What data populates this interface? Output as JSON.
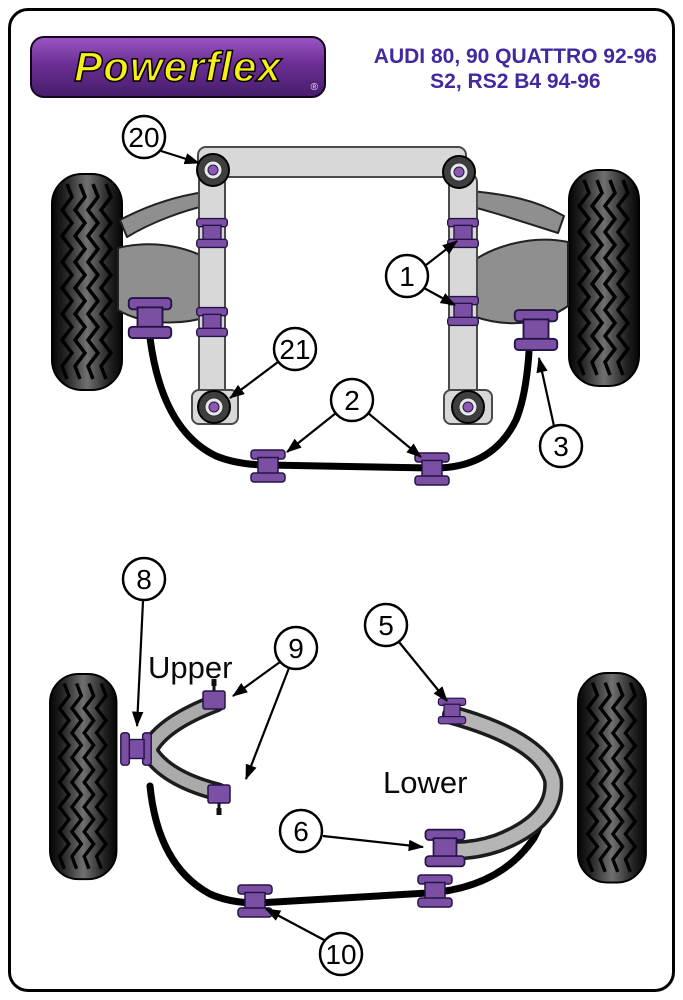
{
  "header": {
    "brand": "Powerflex",
    "reg_mark": "®",
    "title_line1": "AUDI 80, 90 QUATTRO 92-96",
    "title_line2": "S2, RS2 B4 94-96"
  },
  "colors": {
    "logo_purple": "#6b2e94",
    "logo_yellow": "#f8ef15",
    "title_purple": "#43289e",
    "bushing_purple": "#7b4fa4"
  },
  "front_diagram": {
    "callouts": {
      "c20": "20",
      "c1": "1",
      "c21": "21",
      "c2": "2",
      "c3": "3"
    }
  },
  "rear_diagram": {
    "labels": {
      "upper": "Upper",
      "lower": "Lower"
    },
    "callouts": {
      "c8": "8",
      "c9": "9",
      "c5": "5",
      "c6": "6",
      "c10": "10"
    }
  }
}
